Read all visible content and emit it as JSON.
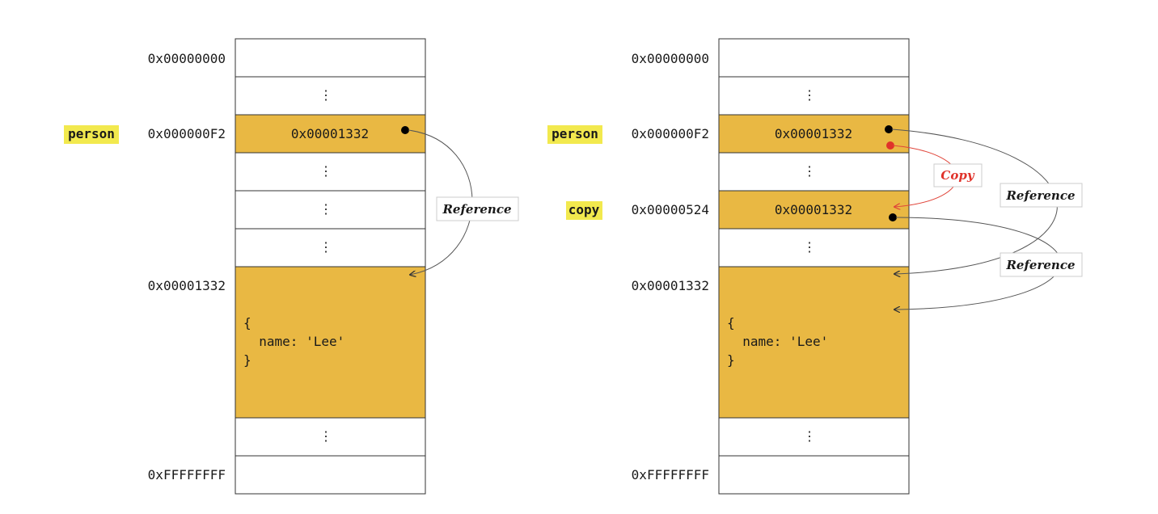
{
  "colors": {
    "highlight_cell": "#E9B843",
    "variable_highlight": "#F2E94E",
    "cell_border": "#333333",
    "reference_arrow": "#555555",
    "copy_arrow": "#E0453A",
    "pointer_dot": "#000000",
    "copy_dot": "#E0322A"
  },
  "left_panel": {
    "addresses": {
      "top": "0x00000000",
      "person": "0x000000F2",
      "object": "0x00001332",
      "bottom": "0xFFFFFFFF"
    },
    "variables": {
      "person": "person"
    },
    "cells": {
      "ellipsis": "⋮",
      "person_value": "0x00001332"
    },
    "object_lines": [
      "{",
      "  name: 'Lee'",
      "}"
    ],
    "labels": {
      "reference": "Reference"
    }
  },
  "right_panel": {
    "addresses": {
      "top": "0x00000000",
      "person": "0x000000F2",
      "copy": "0x00000524",
      "object": "0x00001332",
      "bottom": "0xFFFFFFFF"
    },
    "variables": {
      "person": "person",
      "copy": "copy"
    },
    "cells": {
      "ellipsis": "⋮",
      "person_value": "0x00001332",
      "copy_value": "0x00001332"
    },
    "object_lines": [
      "{",
      "  name: 'Lee'",
      "}"
    ],
    "labels": {
      "copy": "Copy",
      "reference_1": "Reference",
      "reference_2": "Reference"
    }
  }
}
